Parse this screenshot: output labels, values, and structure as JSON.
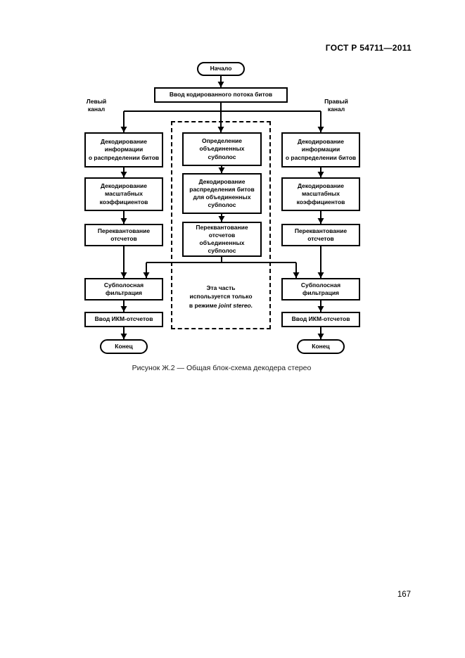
{
  "page": {
    "header": "ГОСТ Р 54711—2011",
    "page_number": "167",
    "caption": "Рисунок Ж.2 — Общая блок-схема декодера стерео"
  },
  "flowchart": {
    "start_label": "Начало",
    "input_label": "Ввод кодированного потока битов",
    "left_channel_label": "Левый\nканал",
    "right_channel_label": "Правый\nканал",
    "left_column": {
      "boxes": [
        "Декодирование\nинформации\nо распределении битов",
        "Декодирование\nмасштабных\nкоэффициентов",
        "Переквантование\nотсчетов",
        "Субполосная\nфильтрация",
        "Ввод ИКМ-отсчетов"
      ],
      "end_label": "Конец"
    },
    "middle_column": {
      "boxes": [
        "Определение\nобъединенных\nсубполос",
        "Декодирование\nраспределения битов\nдля объединенных\nсубполос",
        "Переквантование\nотсчетов объединенных\nсубполос"
      ],
      "note": {
        "line1": "Эта часть",
        "line2": "используется только",
        "line3_prefix": "в режиме",
        "line3_italic": "joint stereo."
      }
    },
    "right_column": {
      "boxes": [
        "Декодирование\nинформации\nо распределении битов",
        "Декодирование\nмасштабных\nкоэффициентов",
        "Переквантование\nотсчетов",
        "Субполосная\nфильтрация",
        "Ввод ИКМ-отсчетов"
      ],
      "end_label": "Конец"
    }
  }
}
